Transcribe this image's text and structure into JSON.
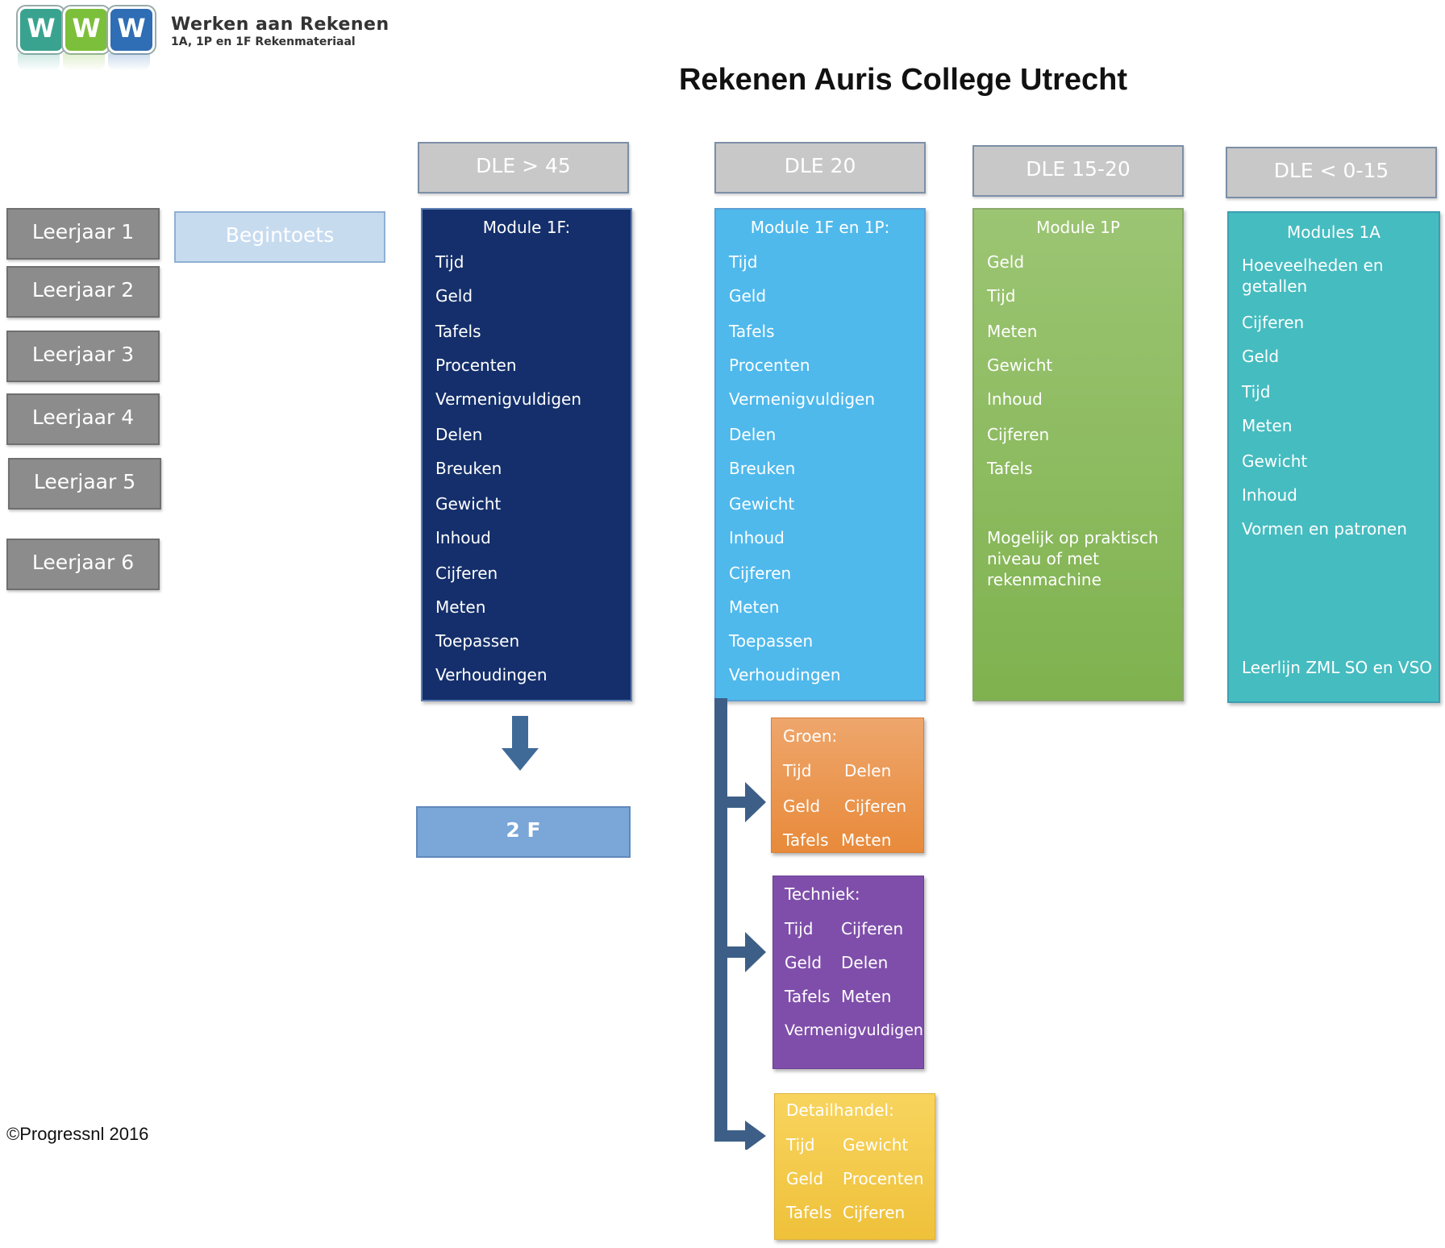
{
  "logo": {
    "letters": [
      "W",
      "W",
      "W"
    ],
    "colors": [
      "#3aa38f",
      "#7cbf3a",
      "#2f6db5"
    ],
    "title": "Werken aan Rekenen",
    "subtitle": "1A, 1P en 1F Rekenmateriaal"
  },
  "title": "Rekenen Auris College Utrecht",
  "years": [
    "Leerjaar 1",
    "Leerjaar 2",
    "Leerjaar 3",
    "Leerjaar 4",
    "Leerjaar 5",
    "Leerjaar 6"
  ],
  "begintoets": "Begintoets",
  "dle": [
    "DLE > 45",
    "DLE 20",
    "DLE 15-20",
    "DLE < 0-15"
  ],
  "columns": [
    {
      "heading": "Module 1F:",
      "color": "#142f6b",
      "items": [
        "Tijd",
        "Geld",
        "Tafels",
        "Procenten",
        "Vermenigvuldigen",
        "Delen",
        "Breuken",
        "Gewicht",
        "Inhoud",
        "Cijferen",
        "Meten",
        "Toepassen",
        "Verhoudingen"
      ]
    },
    {
      "heading": "Module 1F en 1P:",
      "color": "#4fb9ec",
      "items": [
        "Tijd",
        "Geld",
        "Tafels",
        "Procenten",
        "Vermenigvuldigen",
        "Delen",
        "Breuken",
        "Gewicht",
        "Inhoud",
        "Cijferen",
        "Meten",
        "Toepassen",
        "Verhoudingen"
      ]
    },
    {
      "heading": "Module 1P",
      "color": "#8fbf5f",
      "items": [
        "Geld",
        "Tijd",
        "Meten",
        "Gewicht",
        "Inhoud",
        "Cijferen",
        "Tafels"
      ],
      "note": "Mogelijk op praktisch niveau of met rekenmachine"
    },
    {
      "heading": "Modules 1A",
      "color": "#45bcc0",
      "items": [
        "Hoeveelheden en getallen",
        "Cijferen",
        "Geld",
        "Tijd",
        "Meten",
        "Gewicht",
        "Inhoud",
        "Vormen en patronen"
      ],
      "note": "Leerlijn ZML SO en VSO"
    }
  ],
  "two_f": "2 F",
  "groen": {
    "title": "Groen:",
    "rows": [
      [
        "Tijd",
        "Delen"
      ],
      [
        "Geld",
        "Cijferen"
      ],
      [
        "Tafels",
        "Meten"
      ]
    ]
  },
  "techniek": {
    "title": "Techniek:",
    "rows": [
      [
        "Tijd",
        "Cijferen"
      ],
      [
        "Geld",
        "Delen"
      ],
      [
        "Tafels",
        "Meten"
      ]
    ],
    "extra": "Vermenigvuldigen"
  },
  "detailhandel": {
    "title": "Detailhandel:",
    "rows": [
      [
        "Tijd",
        "Gewicht"
      ],
      [
        "Geld",
        "Procenten"
      ],
      [
        "Tafels",
        "Cijferen"
      ]
    ]
  },
  "copyright": "©Progressnl 2016"
}
